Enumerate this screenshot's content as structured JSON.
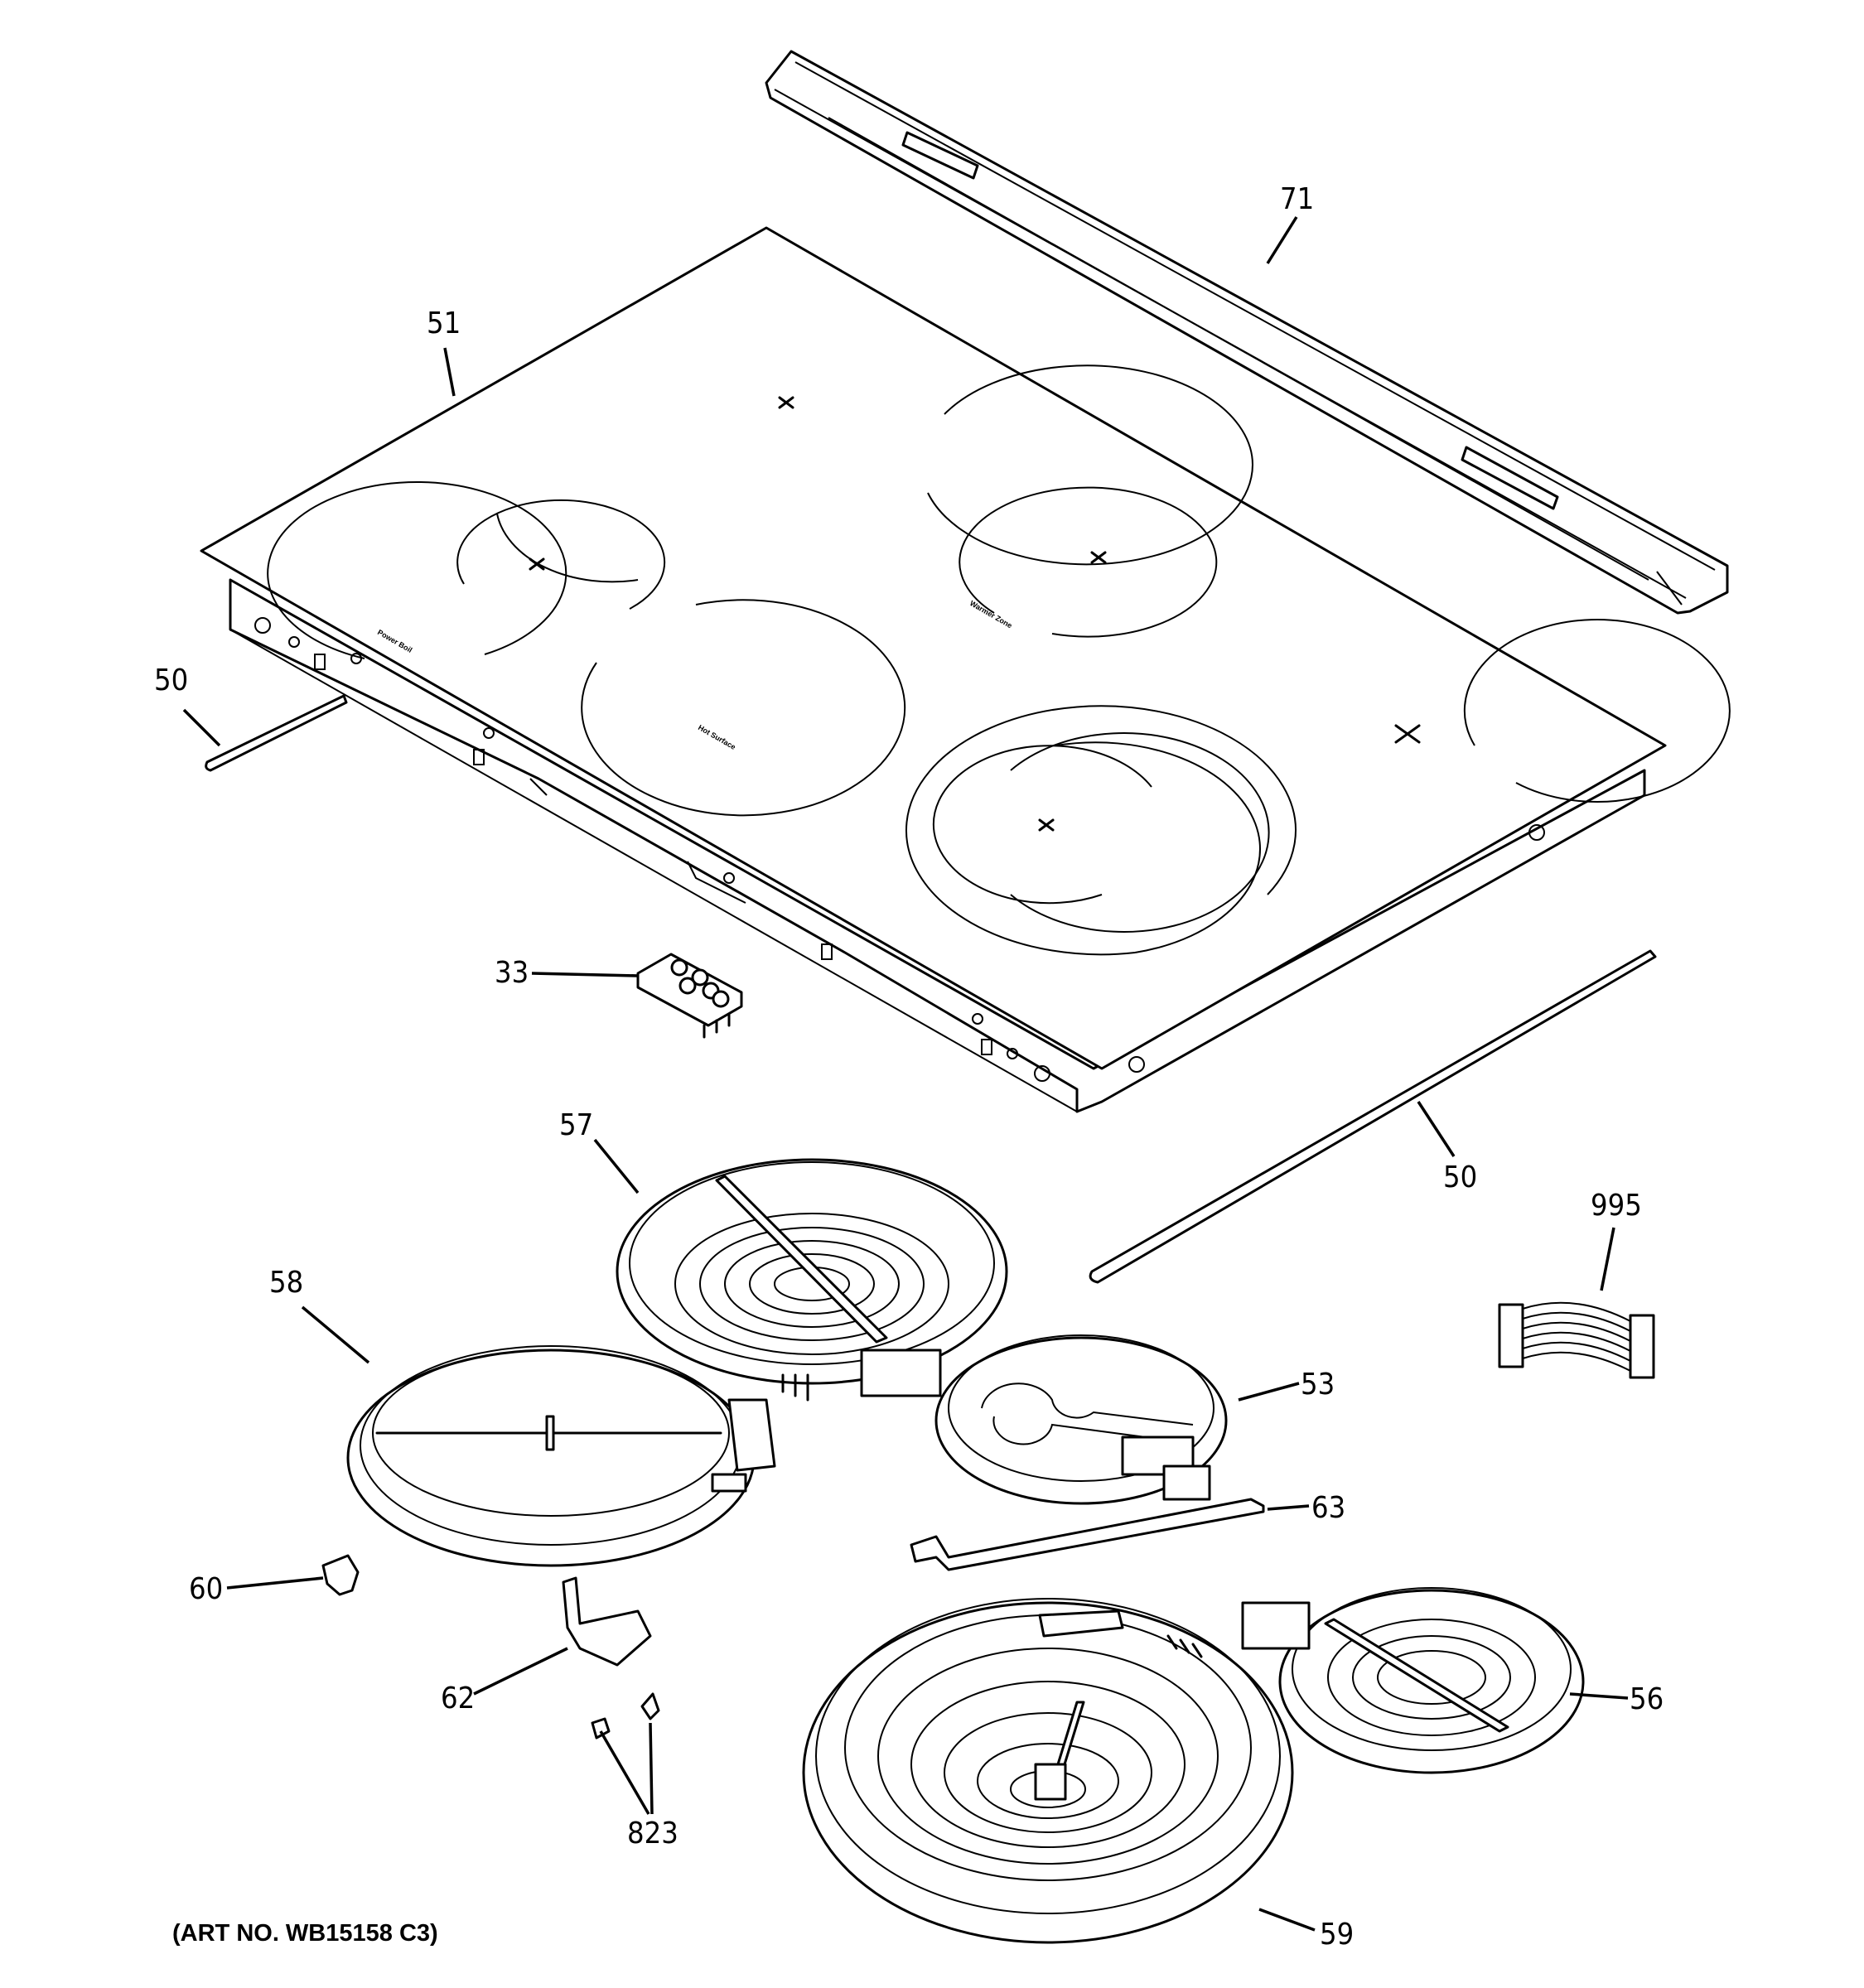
{
  "callouts": {
    "c71": "71",
    "c51": "51",
    "c50a": "50",
    "c50b": "50",
    "c33": "33",
    "c57": "57",
    "c58": "58",
    "c53": "53",
    "c63": "63",
    "c995": "995",
    "c60": "60",
    "c62": "62",
    "c823": "823",
    "c56": "56",
    "c59": "59"
  },
  "art_number": "(ART NO. WB15158 C3)",
  "cooktop_markings": {
    "left_element": "Power Boil",
    "right_element": "Warmer Zone",
    "center": "Hot Surface"
  },
  "style": {
    "line_color": "#000000",
    "background": "#ffffff"
  }
}
